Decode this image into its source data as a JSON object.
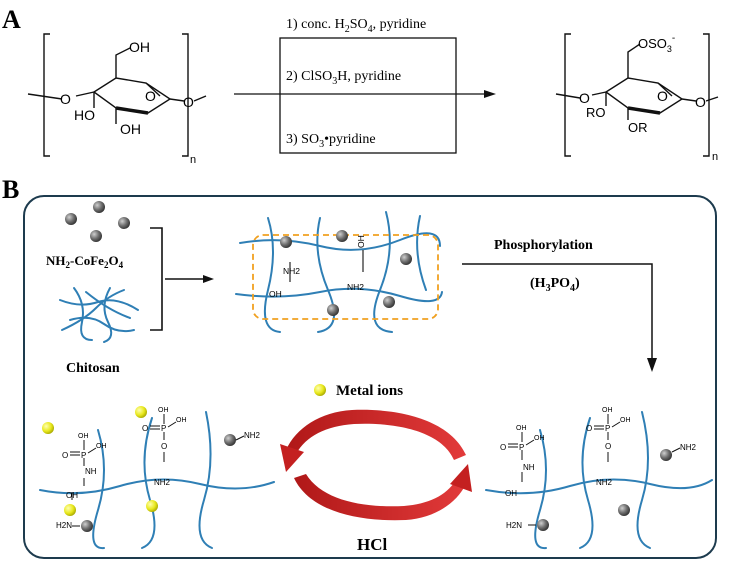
{
  "panel_a": {
    "label": "A",
    "reactant": {
      "ring_oh_top": "OH",
      "ring_oh_left": "HO",
      "ring_oh_bottom": "OH",
      "ring_o": "O",
      "left_o": "O",
      "right_o": "O",
      "n": "n"
    },
    "conditions": {
      "step1": {
        "prefix": "1) conc. H",
        "sub": "2",
        "mid": "SO",
        "sub2": "4",
        "suffix": ", pyridine"
      },
      "step2": {
        "prefix": "2) ClSO",
        "sub": "3",
        "suffix": "H, pyridine"
      },
      "step3": {
        "prefix": "3) SO",
        "sub": "3",
        "suffix": "•pyridine"
      }
    },
    "product": {
      "sulfate_prefix": "OSO",
      "sulfate_sub": "3",
      "sulfate_sup": "-",
      "ring_o": "O",
      "left_o": "O",
      "right_o": "O",
      "ro_left": "RO",
      "or_bottom": "OR",
      "n": "n"
    }
  },
  "panel_b": {
    "label": "B",
    "nanoparticle_label": {
      "prefix": "NH",
      "sub1": "2",
      "mid": "-CoFe",
      "sub2": "2",
      "mid2": "O",
      "sub3": "4"
    },
    "chitosan_label": "Chitosan",
    "phosphorylation": "Phosphorylation",
    "reagent": {
      "prefix": "(H",
      "sub1": "3",
      "mid": "PO",
      "sub2": "4",
      "suffix": ")"
    },
    "metal_ions": "Metal ions",
    "hcl": "HCl",
    "chem_labels": {
      "nh2": "NH2",
      "oh": "OH",
      "h2n": "H2N",
      "o": "O",
      "p": "P",
      "nh": "NH"
    }
  },
  "colors": {
    "fiber": "#2f7fb5",
    "frame": "#1d3b4e",
    "dash": "#f0a020",
    "metal": "#e6e61e",
    "arrow_red": "#d42a2a",
    "particle": "#6a6a6a"
  }
}
